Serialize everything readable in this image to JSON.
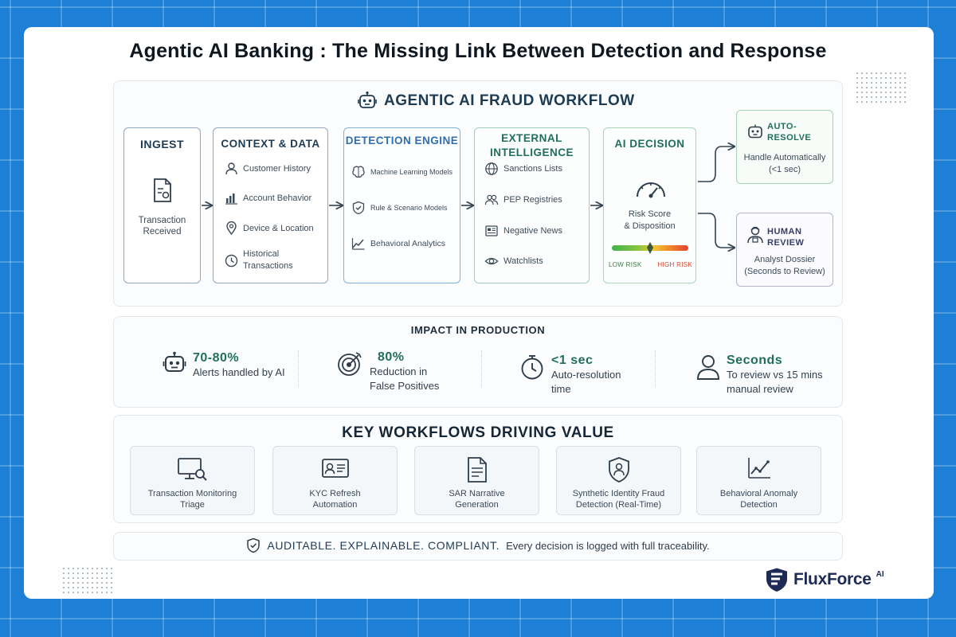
{
  "title": "Agentic AI Banking : The Missing Link Between Detection and Response",
  "workflow": {
    "title": "AGENTIC AI FRAUD WORKFLOW",
    "ingest": {
      "title": "INGEST",
      "line1": "Transaction",
      "line2": "Received"
    },
    "context": {
      "title": "CONTEXT & DATA",
      "items": [
        "Customer History",
        "Account Behavior",
        "Device & Location"
      ],
      "historical1": "Historical",
      "historical2": "Transactions"
    },
    "detection": {
      "title": "DETECTION ENGINE",
      "items": [
        "Machine Learning Models",
        "Rule & Scenario Models",
        "Behavioral Analytics"
      ]
    },
    "external": {
      "title1": "EXTERNAL",
      "title2": "INTELLIGENCE",
      "items": [
        "Sanctions Lists",
        "PEP Registries",
        "Negative News",
        "Watchlists"
      ]
    },
    "decision": {
      "title": "AI DECISION",
      "line1": "Risk Score",
      "line2": "& Disposition",
      "low": "LOW RISK",
      "high": "HIGH RISK",
      "needle_position": 0.5
    },
    "auto": {
      "title1": "AUTO-",
      "title2": "RESOLVE",
      "line1": "Handle Automatically",
      "line2": "(<1 sec)"
    },
    "human": {
      "title1": "HUMAN",
      "title2": "REVIEW",
      "line1": "Analyst Dossier",
      "line2": "(Seconds to Review)"
    }
  },
  "impact": {
    "title": "IMPACT IN PRODUCTION",
    "metrics": [
      {
        "value": "70-80%",
        "line1": "Alerts handled by AI",
        "line2": ""
      },
      {
        "value": "80%",
        "line1": "Reduction in",
        "line2": "False Positives"
      },
      {
        "value": "<1 sec",
        "line1": "Auto-resolution",
        "line2": "time"
      },
      {
        "value": "Seconds",
        "line1": "To review vs 15 mins",
        "line2": "manual review"
      }
    ]
  },
  "key_workflows": {
    "title": "KEY WORKFLOWS DRIVING VALUE",
    "items": [
      {
        "line1": "Transaction Monitoring",
        "line2": "Triage"
      },
      {
        "line1": "KYC Refresh",
        "line2": "Automation"
      },
      {
        "line1": "SAR Narrative",
        "line2": "Generation"
      },
      {
        "line1": "Synthetic Identity Fraud",
        "line2": "Detection (Real-Time)"
      },
      {
        "line1": "Behavioral Anomaly",
        "line2": "Detection"
      }
    ]
  },
  "footer": {
    "strong": "AUDITABLE. EXPLAINABLE. COMPLIANT.",
    "text": "Every decision is logged with full traceability."
  },
  "logo": {
    "name": "FluxForce",
    "suffix": "AI"
  },
  "colors": {
    "background": "#1e7fd6",
    "accent_green": "#1f6f5c",
    "accent_blue": "#2f6fb0",
    "risk_low": "#3fb24f",
    "risk_mid": "#f2c430",
    "risk_high": "#e5412f"
  }
}
